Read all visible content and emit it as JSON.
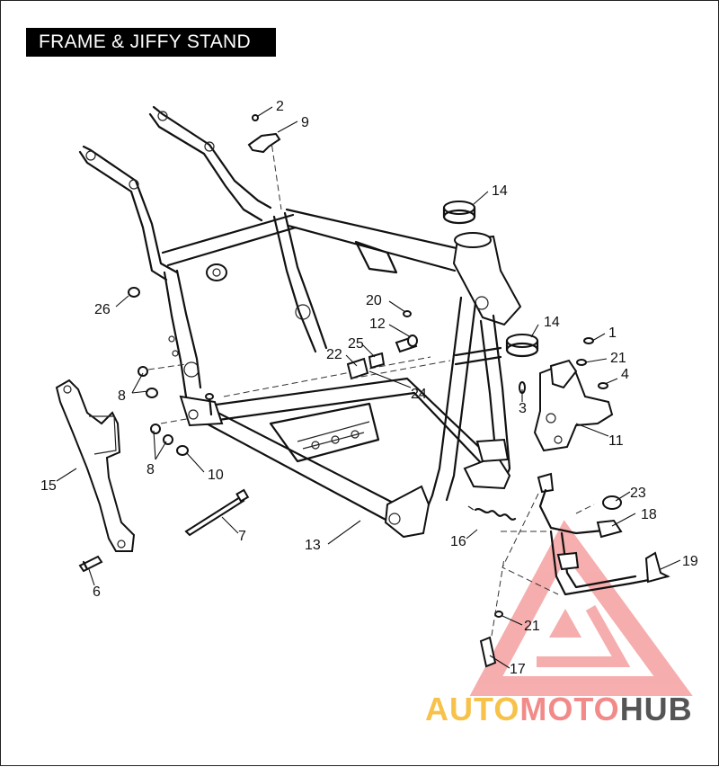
{
  "title": "FRAME & JIFFY STAND",
  "callouts": [
    "1",
    "2",
    "3",
    "4",
    "6",
    "7",
    "8",
    "8",
    "9",
    "10",
    "11",
    "12",
    "13",
    "14",
    "14",
    "15",
    "16",
    "17",
    "18",
    "19",
    "20",
    "21",
    "21",
    "22",
    "23",
    "24",
    "25",
    "26"
  ],
  "watermark": {
    "part1": "AUTO",
    "part2": "MOTO",
    "part3": "HUB",
    "colors": {
      "auto": "#f7c24a",
      "moto": "#f28a8a",
      "hub": "#555555"
    }
  }
}
